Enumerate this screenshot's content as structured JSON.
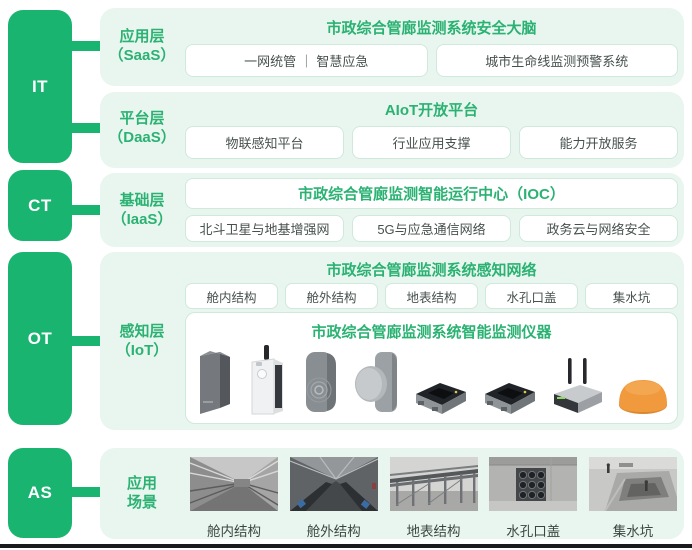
{
  "colors": {
    "accent_green": "#19b46f",
    "text_green": "#2bb273",
    "panel_bg": "#e9f6ef",
    "box_border": "#cfe9dc",
    "text_dark": "#47514c",
    "device_orange": "#f0993d"
  },
  "left_rail": {
    "blocks": [
      {
        "label": "IT"
      },
      {
        "label": "CT"
      },
      {
        "label": "OT"
      },
      {
        "label": "AS"
      }
    ]
  },
  "rows": {
    "saas": {
      "layer_line1": "应用层",
      "layer_line2": "（SaaS）",
      "title": "市政综合管廊监测系统安全大脑",
      "boxes": [
        "一网统管 ｜ 智慧应急",
        "城市生命线监测预警系统"
      ]
    },
    "daas": {
      "layer_line1": "平台层",
      "layer_line2": "（DaaS）",
      "title": "AIoT开放平台",
      "boxes": [
        "物联感知平台",
        "行业应用支撑",
        "能力开放服务"
      ]
    },
    "iaas": {
      "layer_line1": "基础层",
      "layer_line2": "（IaaS）",
      "title": "市政综合管廊监测智能运行中心（IOC）",
      "boxes": [
        "北斗卫星与地基增强网",
        "5G与应急通信网络",
        "政务云与网络安全"
      ]
    },
    "iot": {
      "layer_line1": "感知层",
      "layer_line2": "（IoT）",
      "title": "市政综合管廊监测系统感知网络",
      "boxes": [
        "舱内结构",
        "舱外结构",
        "地表结构",
        "水孔口盖",
        "集水坑"
      ],
      "instrument_panel": {
        "title": "市政综合管廊监测系统智能监测仪器",
        "devices": [
          "pillar-sensor-icon",
          "solar-antenna-sensor-icon",
          "wireless-sensor-icon",
          "disc-sensor-icon",
          "data-logger-icon",
          "data-logger-2-icon",
          "gateway-router-icon",
          "dome-beacon-icon"
        ]
      }
    },
    "scenes": {
      "layer_line1": "应用",
      "layer_line2": "场景",
      "items": [
        {
          "label": "舱内结构",
          "photo": "tunnel-interior-photo"
        },
        {
          "label": "舱外结构",
          "photo": "tunnel-exterior-photo"
        },
        {
          "label": "地表结构",
          "photo": "surface-structure-photo"
        },
        {
          "label": "水孔口盖",
          "photo": "manhole-cover-photo"
        },
        {
          "label": "集水坑",
          "photo": "sump-pit-photo"
        }
      ]
    }
  }
}
